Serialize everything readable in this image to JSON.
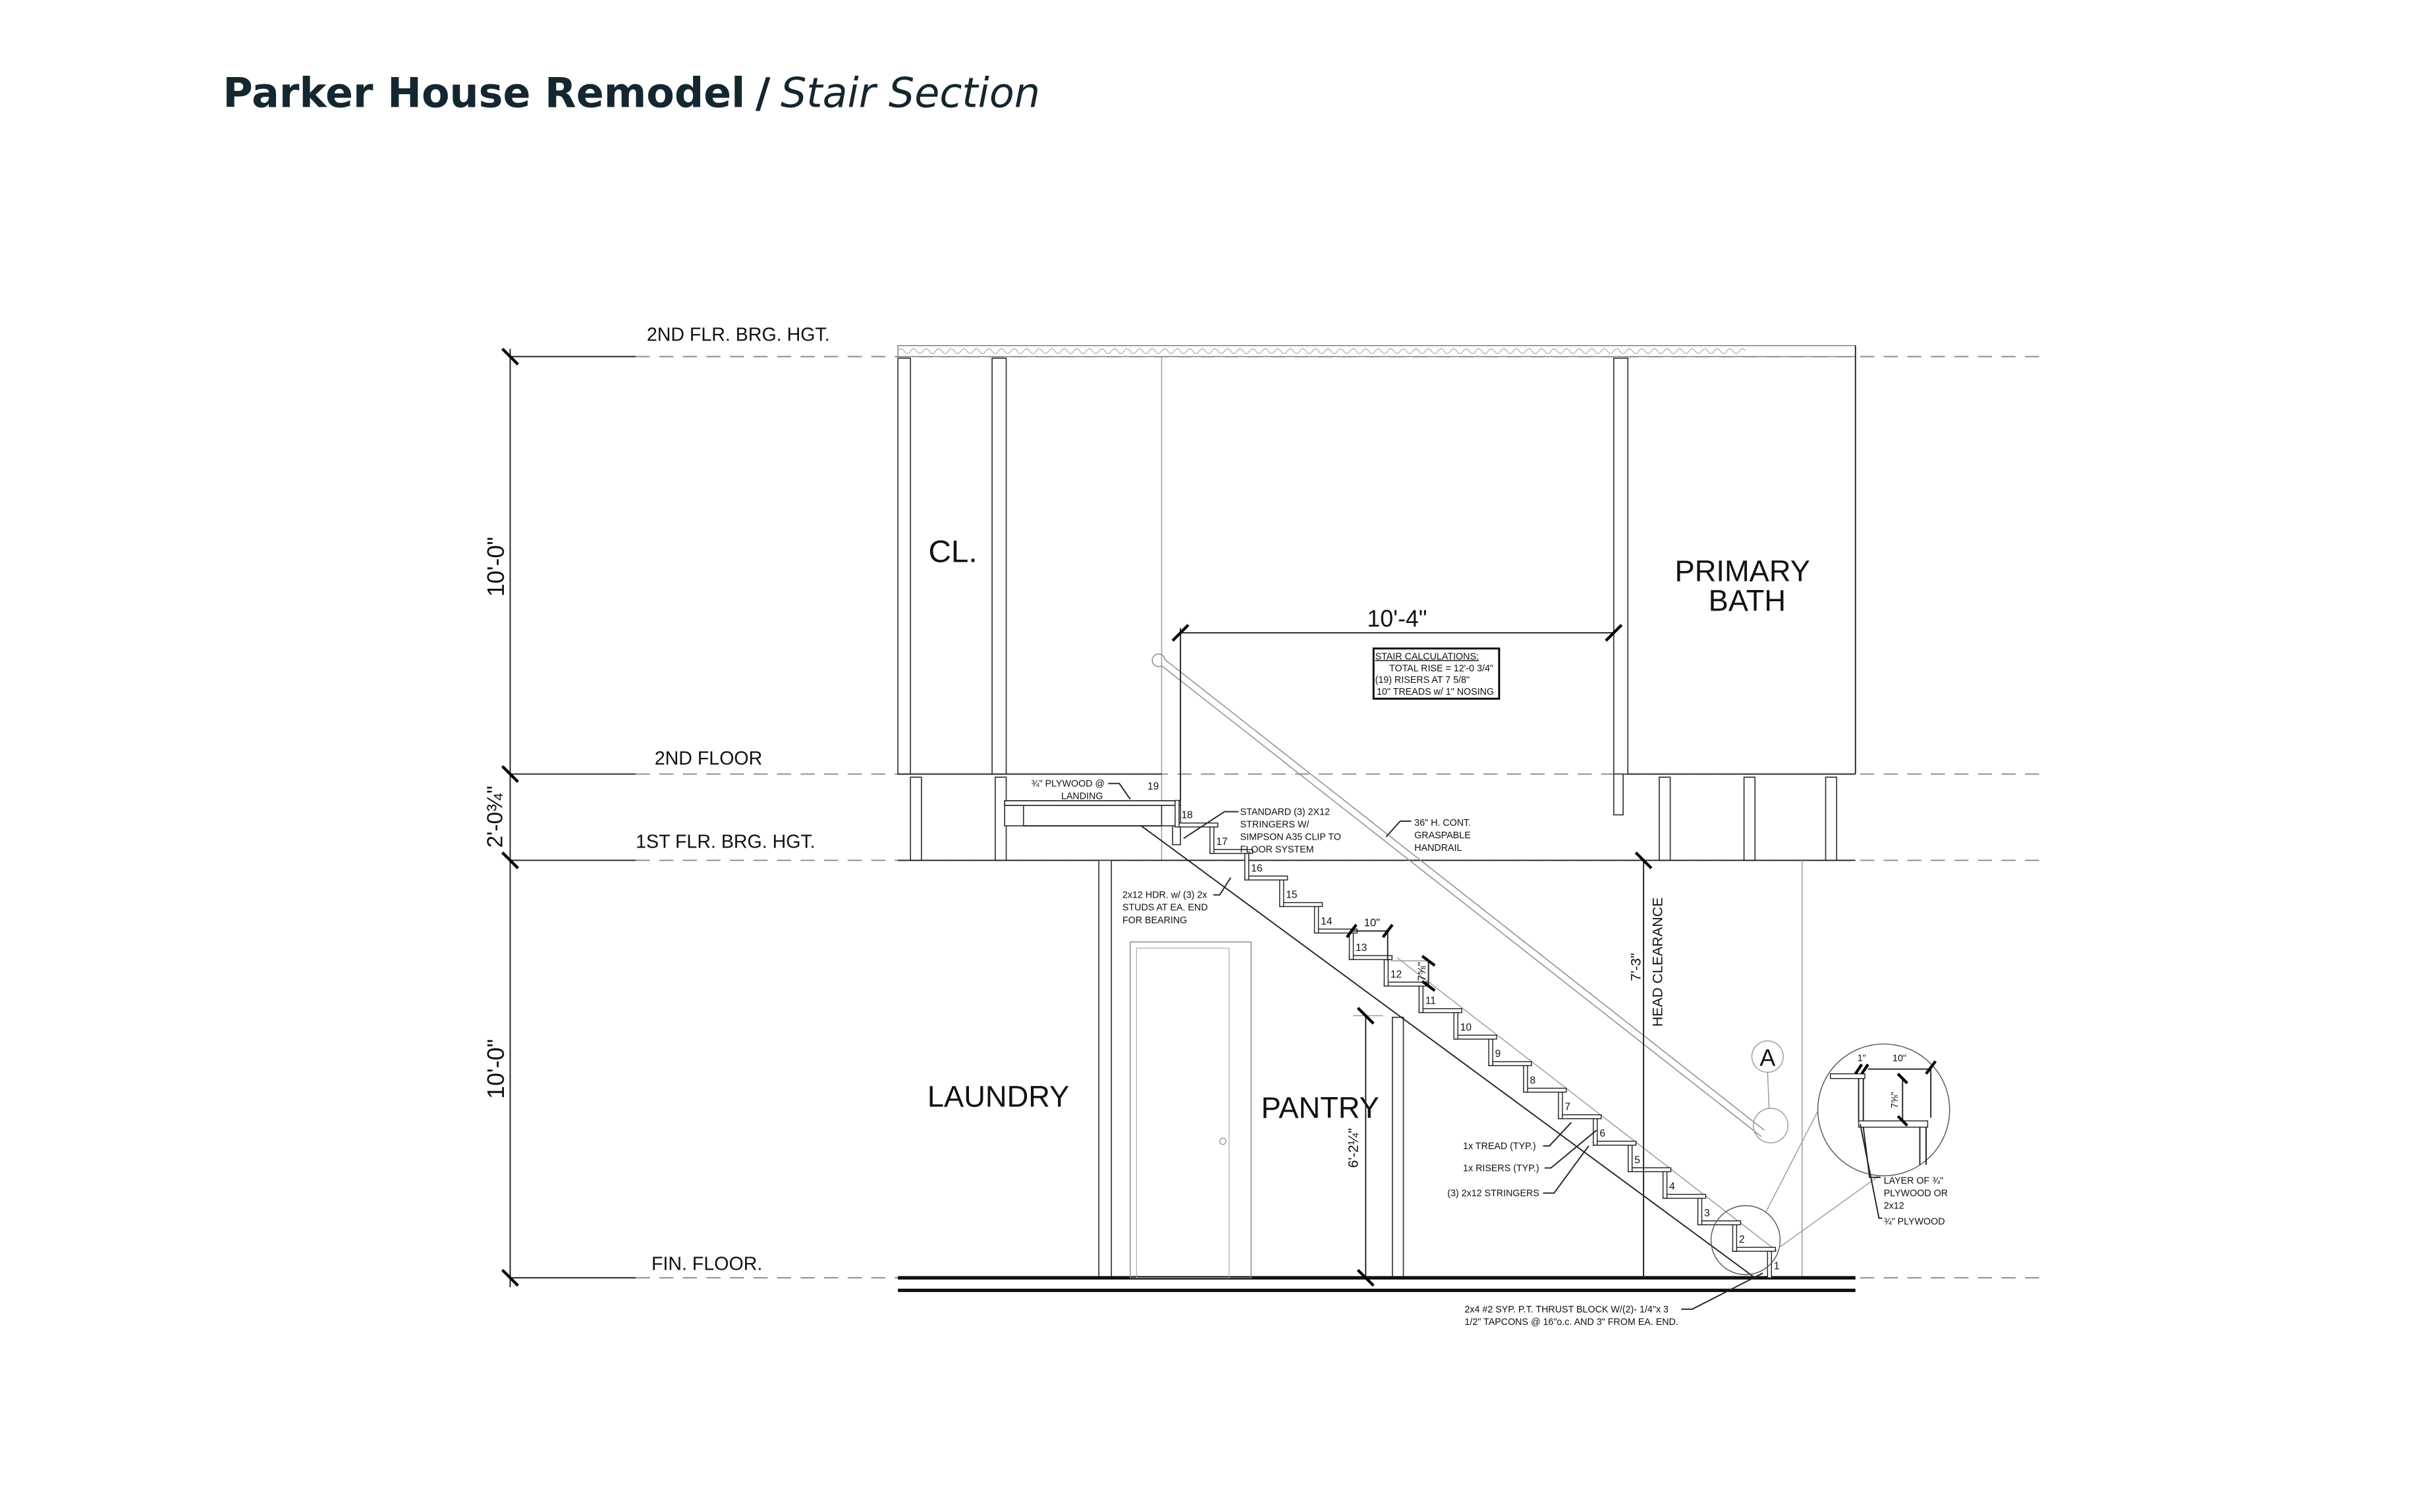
{
  "header": {
    "project": "Parker House Remodel",
    "separator": "/",
    "sheet": "Stair Section"
  },
  "levels": {
    "second_bearing": "2ND FLR. BRG. HGT.",
    "second_floor": "2ND FLOOR",
    "first_bearing": "1ST FLR. BRG. HGT.",
    "finish_floor": "FIN. FLOOR."
  },
  "dimensions": {
    "upper_height": "10'-0\"",
    "floor_depth": "2'-0¾\"",
    "lower_height": "10'-0\"",
    "stair_run": "10'-4\"",
    "head_clearance_value": "7'-3\"",
    "head_clearance_label": "HEAD CLEARANCE",
    "pantry_height": "6'-2¼\"",
    "tread_depth": "10\"",
    "riser_height": "7⅝\""
  },
  "rooms": {
    "closet": "CL.",
    "bath_line1": "PRIMARY",
    "bath_line2": "BATH",
    "laundry": "LAUNDRY",
    "pantry": "PANTRY"
  },
  "stair_calculations": {
    "heading": "STAIR CALCULATIONS:",
    "lines": [
      "TOTAL RISE = 12'-0 3/4\"",
      "(19) RISERS AT 7 5/8\"",
      "10\" TREADS w/ 1\" NOSING"
    ]
  },
  "step_numbers": [
    "1",
    "2",
    "3",
    "4",
    "5",
    "6",
    "7",
    "8",
    "9",
    "10",
    "11",
    "12",
    "13",
    "14",
    "15",
    "16",
    "17",
    "18",
    "19"
  ],
  "notes": {
    "landing_plywood": [
      "¾\" PLYWOOD @",
      "LANDING"
    ],
    "stringers": [
      "STANDARD (3) 2X12",
      "STRINGERS W/",
      "SIMPSON A35 CLIP TO",
      "FLOOR SYSTEM"
    ],
    "handrail": [
      "36\" H. CONT.",
      "GRASPABLE",
      "HANDRAIL"
    ],
    "header": [
      "2x12 HDR. w/ (3) 2x",
      "STUDS AT EA. END",
      "FOR BEARING"
    ],
    "tread": "1x TREAD (TYP.)",
    "risers": "1x RISERS (TYP.)",
    "stringer_count": "(3) 2x12 STRINGERS",
    "thrust_block": [
      "2x4 #2 SYP. P.T. THRUST BLOCK W/(2)- 1/4\"x 3",
      "1/2\"  TAPCONS @ 16\"o.c. AND 3\" FROM EA. END."
    ]
  },
  "detail": {
    "tag": "A",
    "nosing": "1\"",
    "tread": "10\"",
    "riser": "7⅝\"",
    "layer_note": [
      "LAYER OF ¾\"",
      "PLYWOOD OR",
      "2x12"
    ],
    "plywood_note": "¾\" PLYWOOD"
  }
}
